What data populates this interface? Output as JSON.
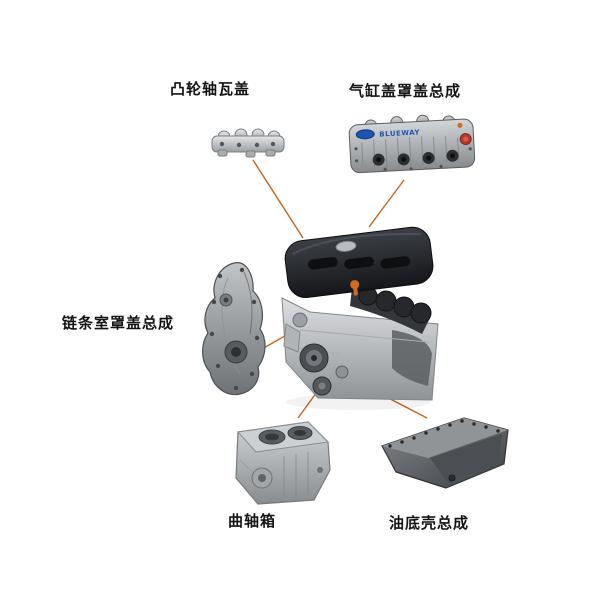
{
  "diagram": {
    "type": "engine-exploded-parts-diagram",
    "background": "#ffffff",
    "labels": {
      "camshaft_cap": "凸轮轴瓦盖",
      "head_cover": "气缸盖罩盖总成",
      "chain_cover": "链条室罩盖总成",
      "crankcase": "曲轴箱",
      "oil_pan": "油底壳总成"
    },
    "markings": {
      "head_cover_badge": "BLUEWAY"
    },
    "colors": {
      "connector": "#c4651a",
      "badge_blue": "#1b55b0",
      "emblem_orange": "#cf6b1f",
      "cap_red": "#b03a2e",
      "label_text": "#141414"
    }
  }
}
